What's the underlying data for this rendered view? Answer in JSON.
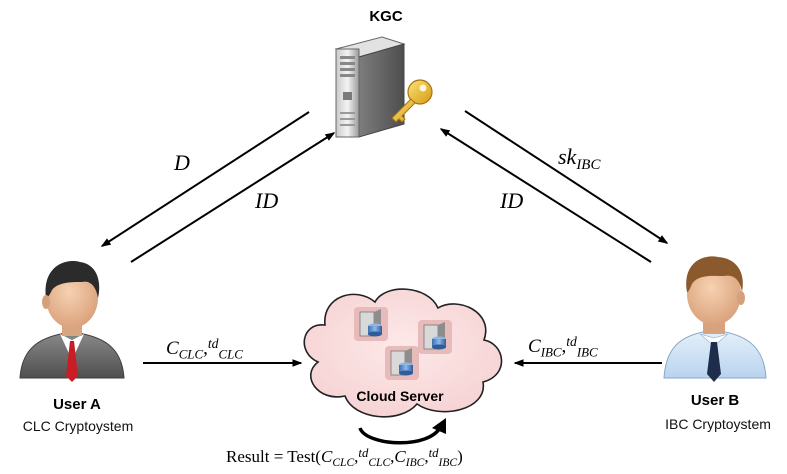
{
  "kgc": {
    "label": "KGC"
  },
  "user_a": {
    "label": "User A",
    "system": "CLC Cryptoystem"
  },
  "user_b": {
    "label": "User B",
    "system": "IBC Cryptoystem"
  },
  "cloud": {
    "label": "Cloud Server"
  },
  "arrows": {
    "kgc_to_a": "D",
    "a_to_kgc": "ID",
    "kgc_to_b": {
      "base": "sk",
      "sub": "IBC"
    },
    "b_to_kgc": "ID",
    "a_to_cloud": {
      "c": "C",
      "c_sub": "CLC",
      "sep": ",",
      "td": "td",
      "td_sub": "CLC"
    },
    "b_to_cloud": {
      "c": "C",
      "c_sub": "IBC",
      "sep": ",",
      "td": "td",
      "td_sub": "IBC"
    }
  },
  "result": {
    "prefix": "Result = Test(",
    "c1": "C",
    "c1_sub": "CLC",
    "sep1": ",",
    "t1": "td",
    "t1_sub": "CLC",
    "sep2": ",",
    "c2": "C",
    "c2_sub": "IBC",
    "sep3": ",",
    "t2": "td",
    "t2_sub": "IBC",
    "suffix": ")"
  }
}
